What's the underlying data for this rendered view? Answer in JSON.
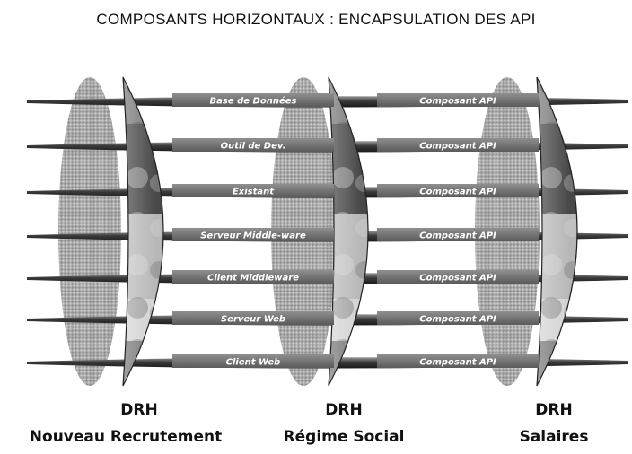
{
  "title": "COMPOSANTS HORIZONTAUX : ENCAPSULATION DES API",
  "layers_left": [
    "Base de Données",
    "Outil de Dev.",
    "Existant",
    "Serveur Middle-ware",
    "Client Middleware",
    "Serveur Web",
    "Client Web"
  ],
  "layers_right": [
    "Composant API",
    "Composant API",
    "Composant API",
    "Composant API",
    "Composant API",
    "Composant API",
    "Composant API"
  ],
  "applications": [
    {
      "line1": "DRH",
      "line2": "Nouveau Recrutement"
    },
    {
      "line1": "DRH",
      "line2": "Régime Social"
    },
    {
      "line1": "DRH",
      "line2": "Salaires"
    }
  ],
  "colors": {
    "background": "#ffffff",
    "bar": "#3a3a3a",
    "bar_highlight": "#8a8a8a",
    "band_dark": "#4a4a4a",
    "band_mid": "#7a7a7a",
    "band_light": "#bdbdbd",
    "band_lighter": "#d8d8d8",
    "text": "#111111"
  }
}
